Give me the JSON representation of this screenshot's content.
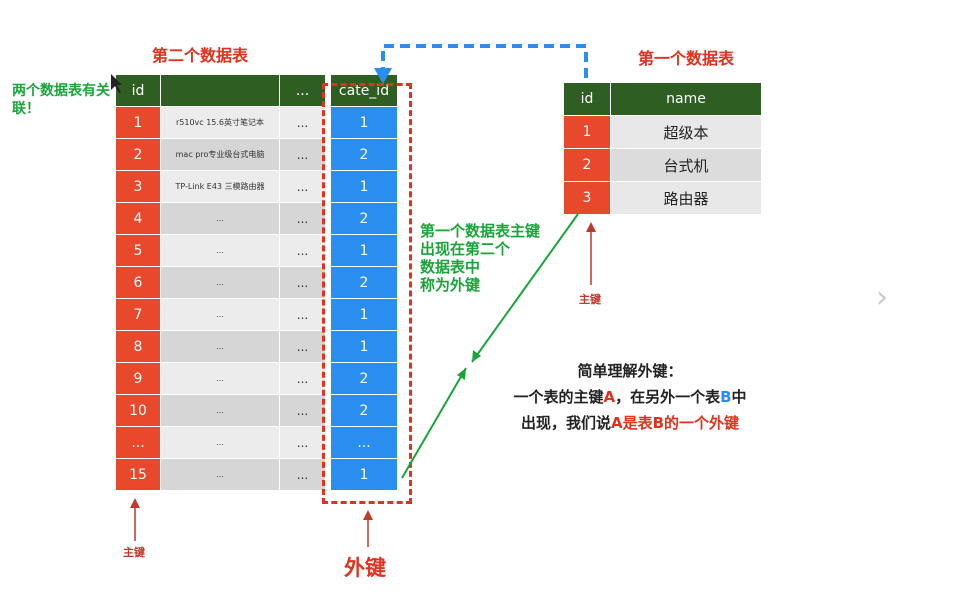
{
  "second_table_title": "第二个数据表",
  "first_table_title": "第一个数据表",
  "side_note": "两个数据表有关联！",
  "second_table": {
    "headers": {
      "id": "id",
      "name": "",
      "dots": "...",
      "cate": "cate_id"
    },
    "rows": [
      {
        "id": "1",
        "name": "r510vc 15.6英寸笔记本",
        "dots": "...",
        "cate": "1"
      },
      {
        "id": "2",
        "name": "mac pro专业级台式电脑",
        "dots": "...",
        "cate": "2"
      },
      {
        "id": "3",
        "name": "TP-Link E43 三模路由器",
        "dots": "...",
        "cate": "1"
      },
      {
        "id": "4",
        "name": "...",
        "dots": "...",
        "cate": "2"
      },
      {
        "id": "5",
        "name": "...",
        "dots": "...",
        "cate": "1"
      },
      {
        "id": "6",
        "name": "...",
        "dots": "...",
        "cate": "2"
      },
      {
        "id": "7",
        "name": "...",
        "dots": "...",
        "cate": "1"
      },
      {
        "id": "8",
        "name": "...",
        "dots": "...",
        "cate": "1"
      },
      {
        "id": "9",
        "name": "...",
        "dots": "...",
        "cate": "2"
      },
      {
        "id": "10",
        "name": "...",
        "dots": "...",
        "cate": "2"
      },
      {
        "id": "...",
        "name": "...",
        "dots": "...",
        "cate": "..."
      },
      {
        "id": "15",
        "name": "...",
        "dots": "...",
        "cate": "1"
      }
    ]
  },
  "first_table": {
    "headers": {
      "id": "id",
      "name": "name"
    },
    "rows": [
      {
        "id": "1",
        "name": "超级本"
      },
      {
        "id": "2",
        "name": "台式机"
      },
      {
        "id": "3",
        "name": "路由器"
      }
    ]
  },
  "pk_label_left": "主键",
  "pk_label_right": "主键",
  "fk_label": "外键",
  "fk_explanation": [
    "第一个数据表主键",
    "出现在第二个",
    "数据表中",
    "称为外键"
  ],
  "summary": {
    "title": "简单理解外键：",
    "line1_pre": "一个表的主键",
    "line1_a": "A",
    "line1_mid": "，在另外一个表",
    "line1_b": "B",
    "line1_post": "中",
    "line2_pre": "出现，我们说",
    "line2_red": "A是表B的一个外键"
  },
  "nav_chevron": "›",
  "colors": {
    "id_red": "#e8492d",
    "header_green": "#2e5e21",
    "fk_blue": "#2a8ef0",
    "accent_green": "#1aa53a",
    "title_red": "#e0321e"
  }
}
